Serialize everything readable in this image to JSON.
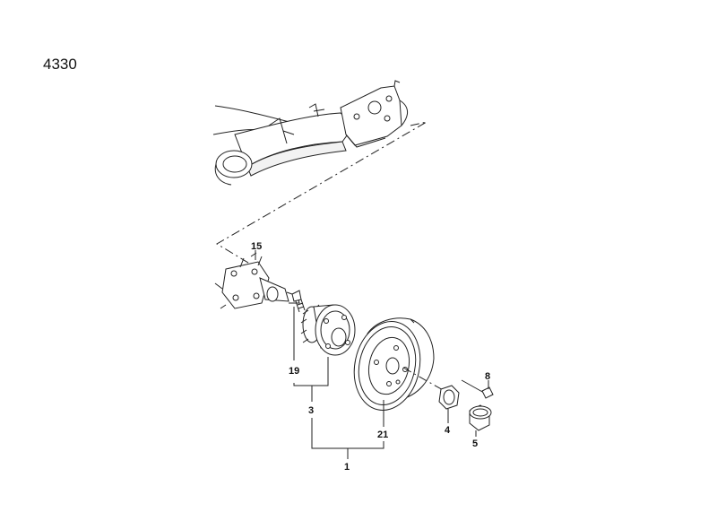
{
  "diagram_code": "4330",
  "callouts": {
    "c1": "1",
    "c3": "3",
    "c4": "4",
    "c5": "5",
    "c8": "8",
    "c15": "15",
    "c19": "19",
    "c21": "21"
  }
}
